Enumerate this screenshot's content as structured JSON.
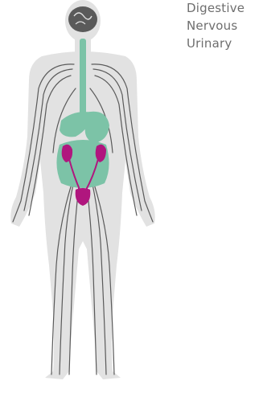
{
  "legend": {
    "items": [
      {
        "label": "Digestive",
        "color": "#7cc3a7"
      },
      {
        "label": "Nervous",
        "color": "#5a5a5a"
      },
      {
        "label": "Urinary",
        "color": "#b0167e"
      }
    ]
  },
  "colors": {
    "body": "#e2e2e2",
    "digestive": "#7cc3a7",
    "nervous": "#5a5a5a",
    "urinary": "#b0167e"
  }
}
